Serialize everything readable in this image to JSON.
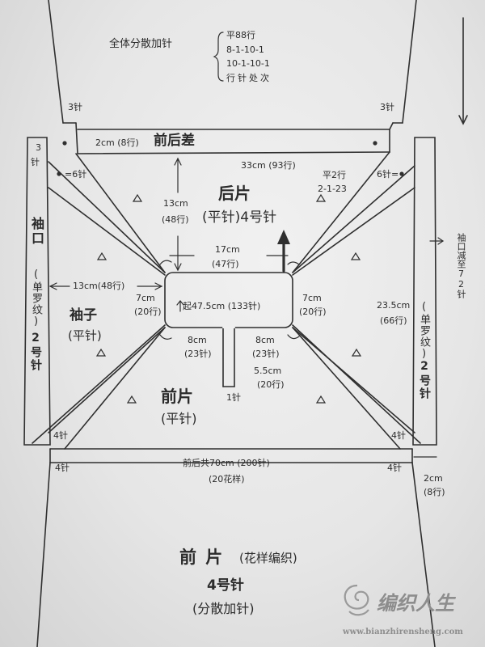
{
  "top": {
    "title": "全体分散加针",
    "rule_lines": [
      "平88行",
      "8-1-10-1",
      "10-1-10-1",
      "行针处次"
    ]
  },
  "back_piece": {
    "corner_left": "3针",
    "corner_right": "3针",
    "diff_measure": "2cm (8行)",
    "diff_label": "前后差",
    "width_measure": "33cm (93行)",
    "name": "后片",
    "stitch": "(平针)4号针",
    "depth": "13cm",
    "depth_rows": "(48行)",
    "plain_rows": "平2行",
    "rule": "2-1-23"
  },
  "sleeve": {
    "top_left_3": "3",
    "top_left_zhen": "针",
    "eq6_left": "=6针",
    "eq6_right": "6针=",
    "cuff_vertical": "袖口",
    "cuff_rib_left": "(单罗纹)",
    "needle_left": "2号针",
    "width_13": "13cm(48行)",
    "name": "袖子",
    "stitch": "(平针)",
    "cuff_decrease": "袖口减至72针",
    "length_235": "23.5cm",
    "length_235_rows": "(66行)",
    "cuff_rib_right": "(单罗纹)",
    "needle_right": "2号针",
    "four_left": "4针",
    "four_right": "4针"
  },
  "neck": {
    "width": "17cm",
    "width_rows": "(47行)",
    "side_left": "7cm",
    "side_left_rows": "(20行)",
    "side_right": "7cm",
    "side_right_rows": "(20行)",
    "start": "起47.5cm (133针)",
    "bl_width": "8cm",
    "bl_rows": "(23针)",
    "br_width": "8cm",
    "br_rows": "(23针)",
    "placket": "5.5cm",
    "placket_rows": "(20行)",
    "one_stitch": "1针"
  },
  "front_yoke": {
    "name": "前片",
    "stitch": "(平针)"
  },
  "bottom": {
    "four_left": "4针",
    "four_right": "4针",
    "total": "前后共70cm (200针)",
    "pattern": "(20花样)",
    "edge": "2cm",
    "edge_rows": "(8行)",
    "name": "前 片",
    "name_note": "(花样编织)",
    "needle": "4号针",
    "method": "(分散加针)"
  },
  "watermark": {
    "brand": "编织人生",
    "url": "www.bianzhirensheng.com"
  }
}
